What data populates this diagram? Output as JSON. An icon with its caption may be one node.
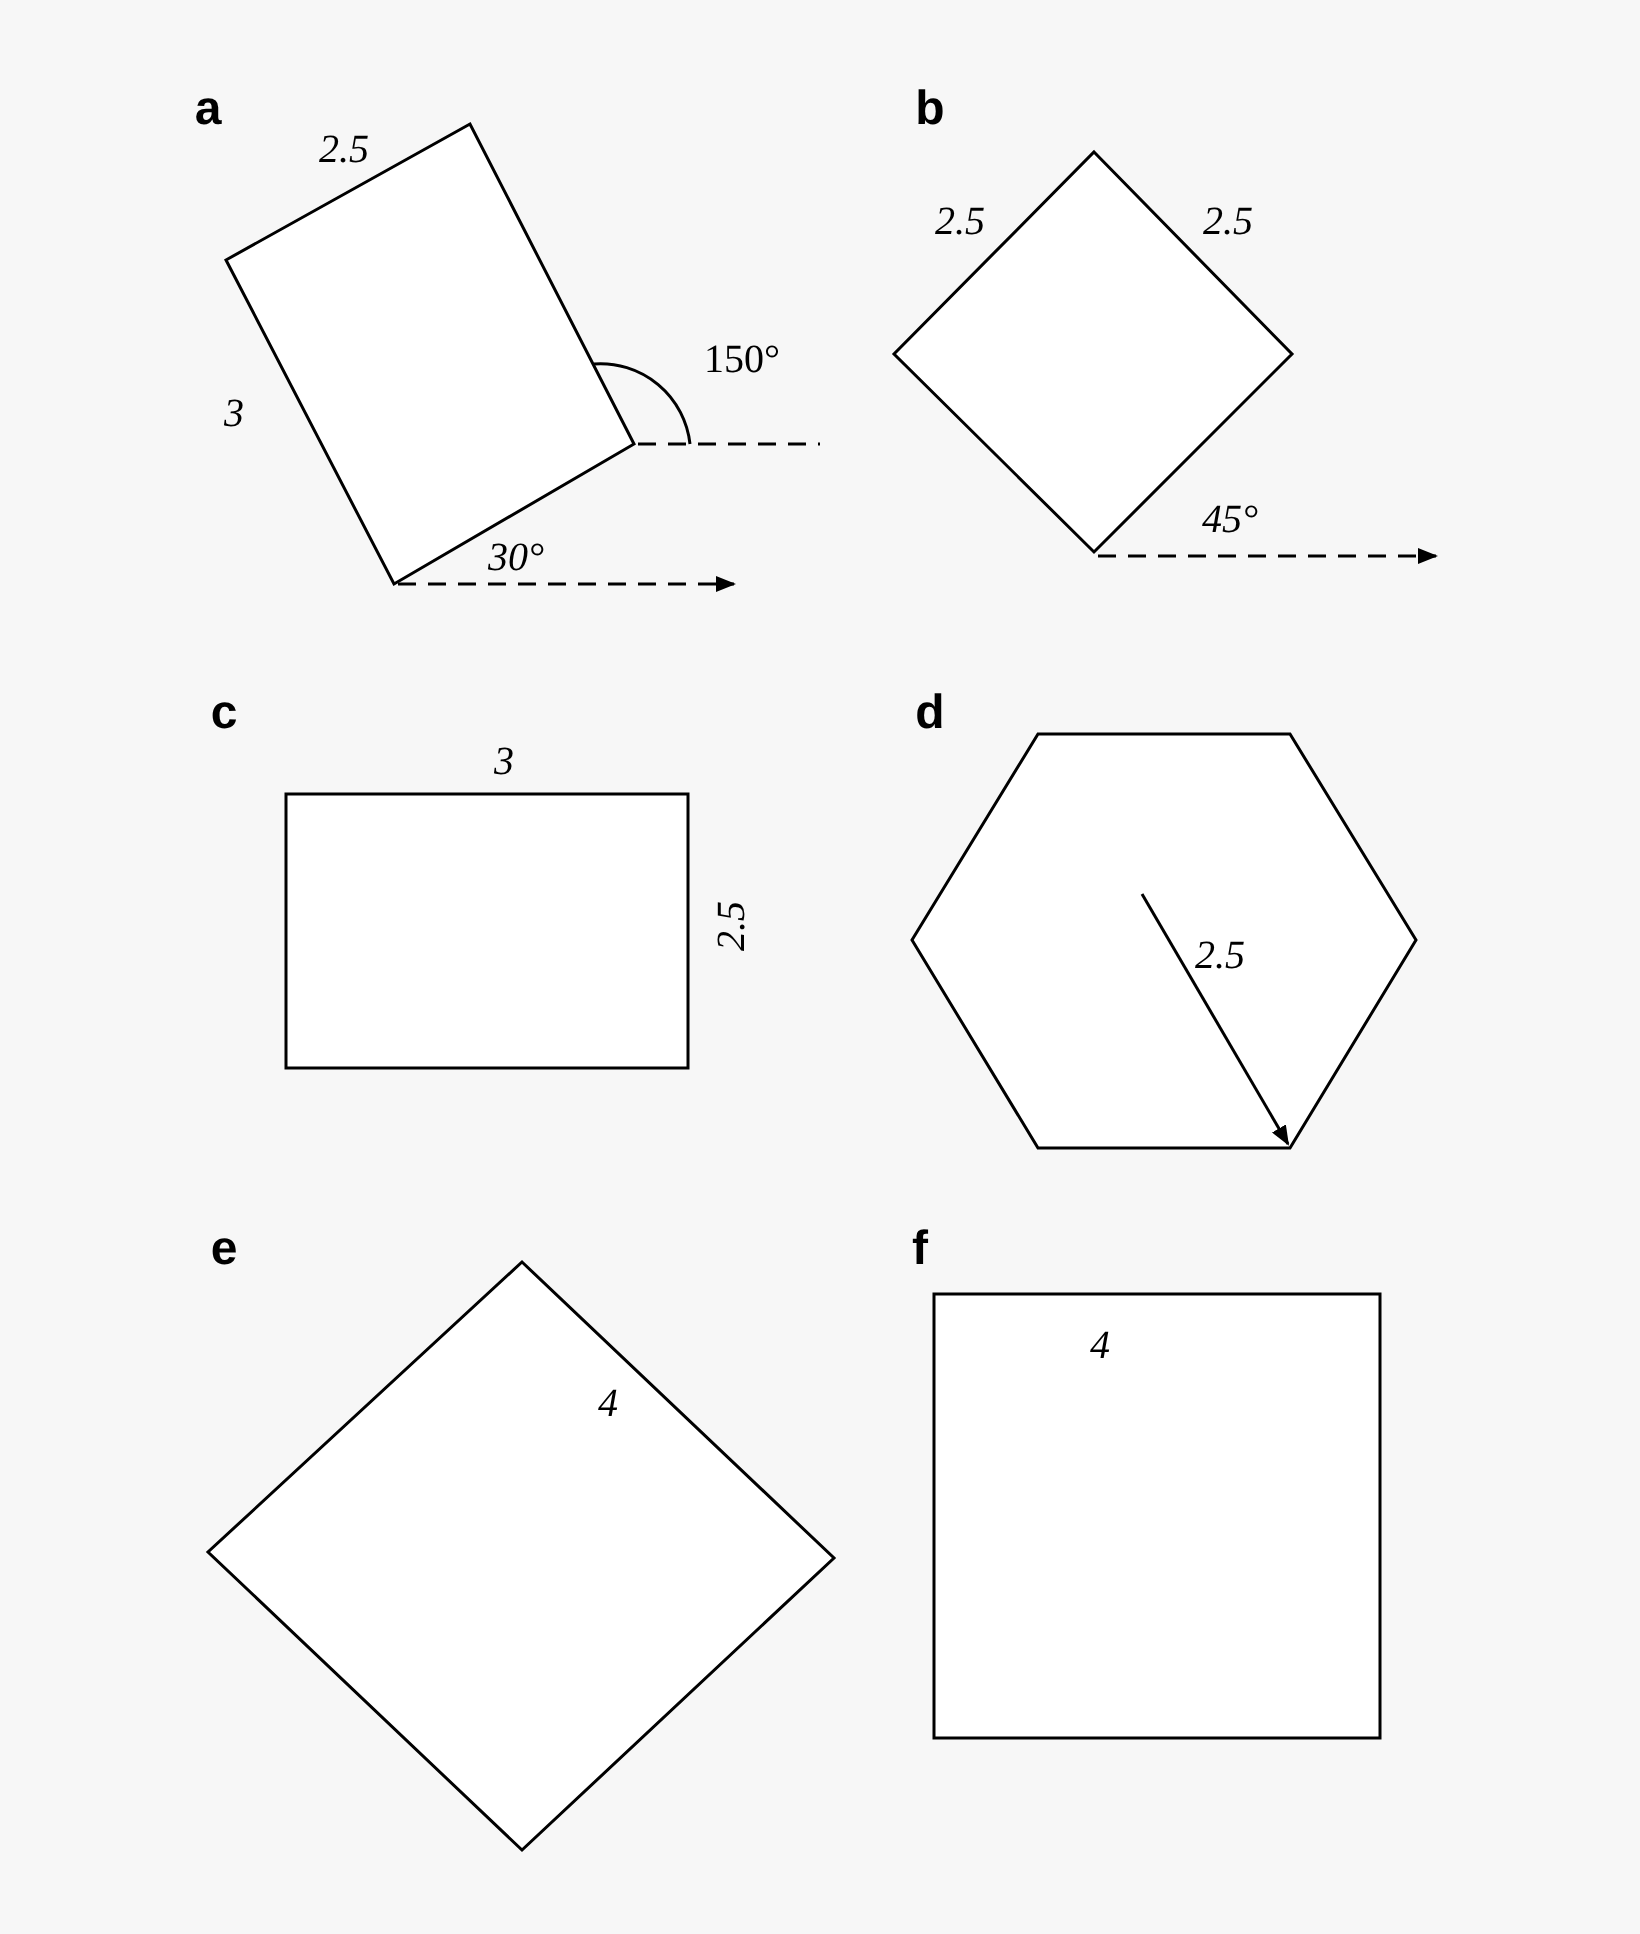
{
  "diagram": {
    "labels": [
      "a",
      "2.5",
      "3",
      "150°",
      "30°",
      "b",
      "2.5",
      "2.5",
      "45°",
      "c",
      "3",
      "2.5",
      "d",
      "2.5",
      "e",
      "4",
      "f",
      "4"
    ]
  }
}
